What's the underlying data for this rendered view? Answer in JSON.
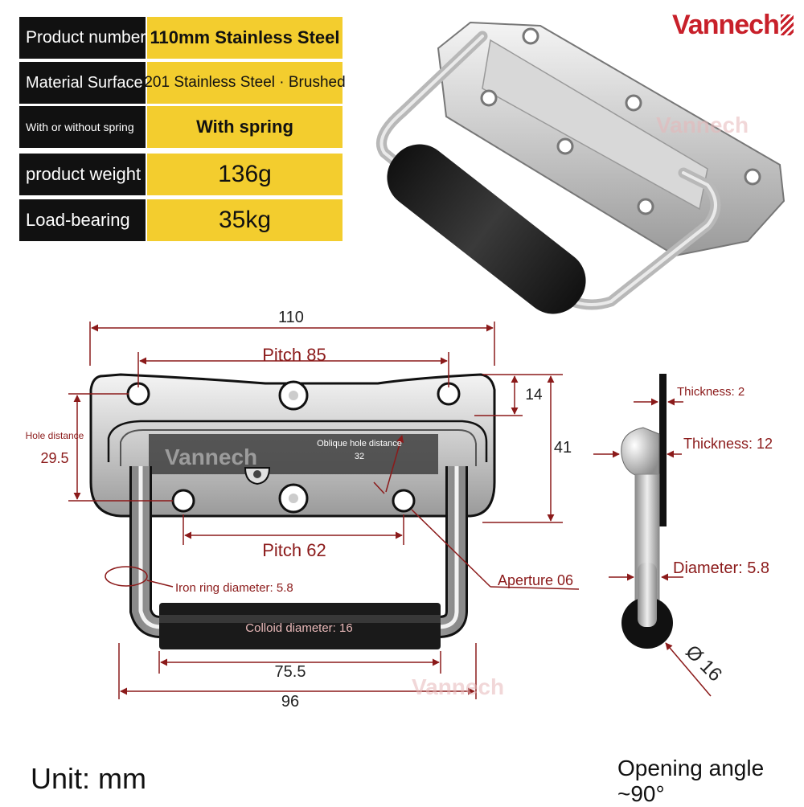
{
  "brand": "Vannech",
  "specs": [
    {
      "label": "Product number",
      "value": "110mm Stainless Steel"
    },
    {
      "label": "Material Surface",
      "value": "201 Stainless Steel · Brushed"
    },
    {
      "label": "With or without spring",
      "value": "With spring"
    },
    {
      "label": "product weight",
      "value": "136g"
    },
    {
      "label": "Load-bearing",
      "value": "35kg"
    }
  ],
  "dimensions": {
    "overall_length": "110",
    "pitch_top": "Pitch 85",
    "dim_14": "14",
    "dim_41": "41",
    "hole_distance_label": "Hole distance",
    "hole_distance_value": "29.5",
    "oblique_label": "Oblique hole distance",
    "oblique_value": "32",
    "pitch_bottom": "Pitch 62",
    "aperture": "Aperture 06",
    "iron_ring": "Iron ring diameter: 5.8",
    "colloid": "Colloid diameter: 16",
    "dim_75_5": "75.5",
    "dim_96": "96"
  },
  "side_view": {
    "thickness_2": "Thickness: 2",
    "thickness_12": "Thickness: 12",
    "diameter_5_8": "Diameter: 5.8",
    "dia_16": "Ø 16"
  },
  "watermark": "Vannech",
  "unit": "Unit: mm",
  "opening_angle": "Opening angle ~90°",
  "colors": {
    "accent": "#8b1a1a",
    "table_label_bg": "#111111",
    "table_value_bg": "#f3cd2e",
    "brand": "#c8202a"
  }
}
